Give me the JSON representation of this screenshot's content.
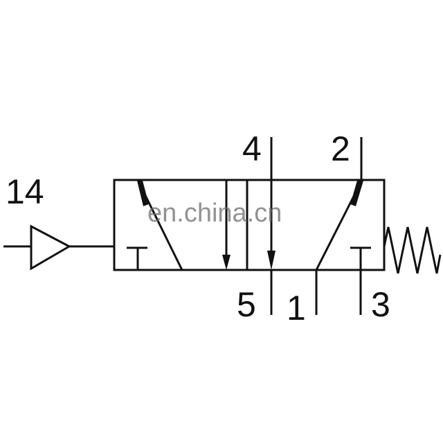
{
  "diagram": {
    "type": "pneumatic-5-2-valve-symbol",
    "colors": {
      "line": "#111111",
      "background": "#ffffff",
      "watermark": "#7a7a7a"
    },
    "ports": {
      "pilot": "14",
      "work_a": "4",
      "work_b": "2",
      "exhaust_r": "5",
      "supply": "1",
      "exhaust_s": "3"
    },
    "actuation": {
      "left": "pilot-pressure-triangle-icon",
      "right": "spring-return-icon"
    }
  },
  "watermark": "en.china.cn"
}
